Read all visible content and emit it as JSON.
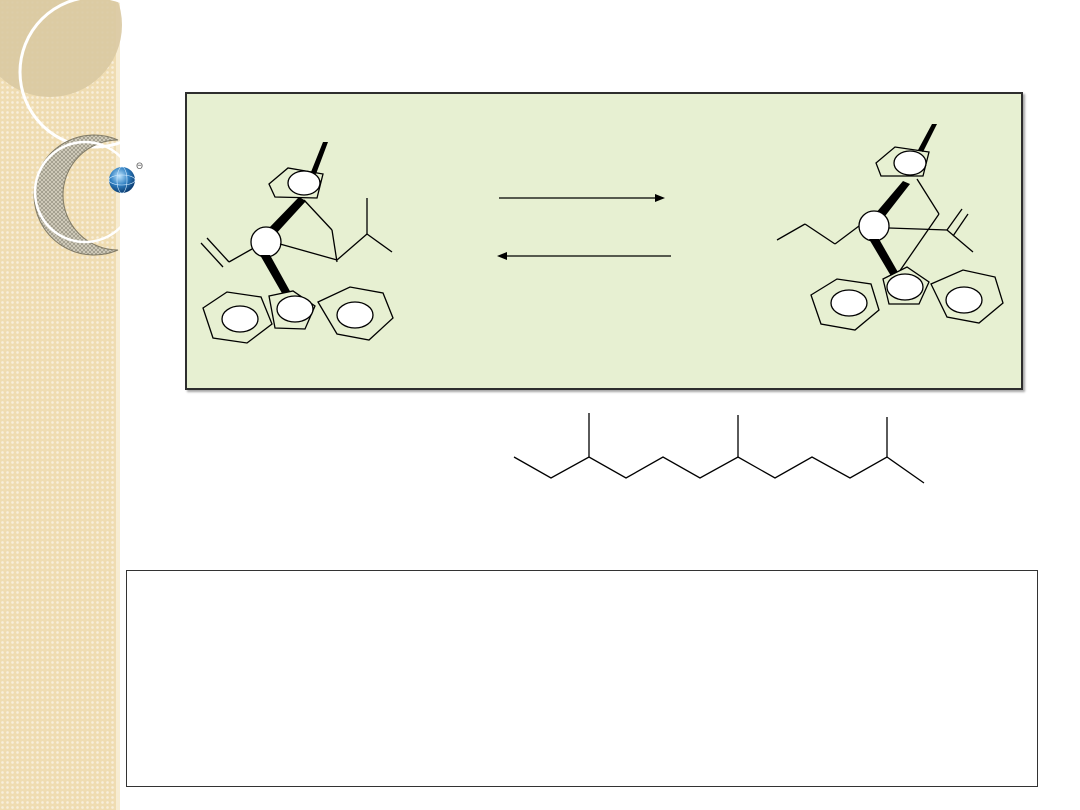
{
  "theme": {
    "sidebar_color": "#efdcb1",
    "reaction_box_fill": "#e7f0d2",
    "line_color": "#000000",
    "globe_color": "#2f7fc1"
  },
  "decor": {
    "orb_label": "Θ",
    "icons": [
      "ring-ornament-icon",
      "globe-bullet-icon"
    ]
  },
  "reaction": {
    "forward_arrow": "right-arrow-icon",
    "reverse_arrow": "left-arrow-icon",
    "left_complex": "metallocene-complex-left",
    "right_complex": "metallocene-complex-right"
  },
  "polymer": {
    "structure": "branched-hydrocarbon-chain"
  },
  "text_box": {
    "content": ""
  }
}
